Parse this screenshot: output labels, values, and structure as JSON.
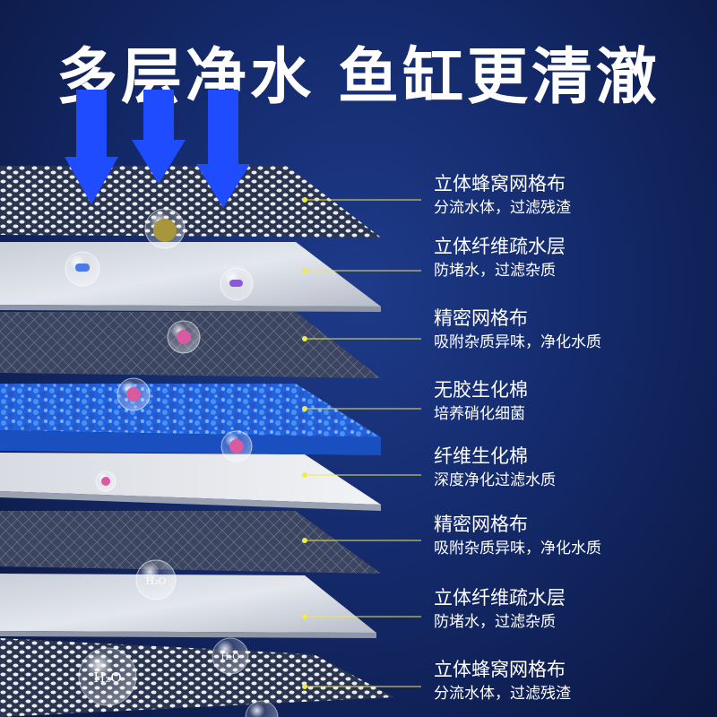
{
  "headline": {
    "part1": "多层净水",
    "part2": "鱼缸更清澈"
  },
  "colors": {
    "background": "#142a6b",
    "arrow": "#1f4cff",
    "connector": "#f2e94a",
    "text": "#ffffff"
  },
  "layers": [
    {
      "title": "立体蜂窝网格布",
      "desc": "分流水体，过滤残渣"
    },
    {
      "title": "立体纤维疏水层",
      "desc": "防堵水，过滤杂质"
    },
    {
      "title": "精密网格布",
      "desc": "吸附杂质异味，净化水质"
    },
    {
      "title": "无胶生化棉",
      "desc": "培养硝化细菌"
    },
    {
      "title": "纤维生化棉",
      "desc": "深度净化过滤水质"
    },
    {
      "title": "精密网格布",
      "desc": "吸附杂质异味，净化水质"
    },
    {
      "title": "立体纤维疏水层",
      "desc": "防堵水，过滤杂质"
    },
    {
      "title": "立体蜂窝网格布",
      "desc": "分流水体，过滤残渣"
    }
  ],
  "bubble_text": "H₂O"
}
